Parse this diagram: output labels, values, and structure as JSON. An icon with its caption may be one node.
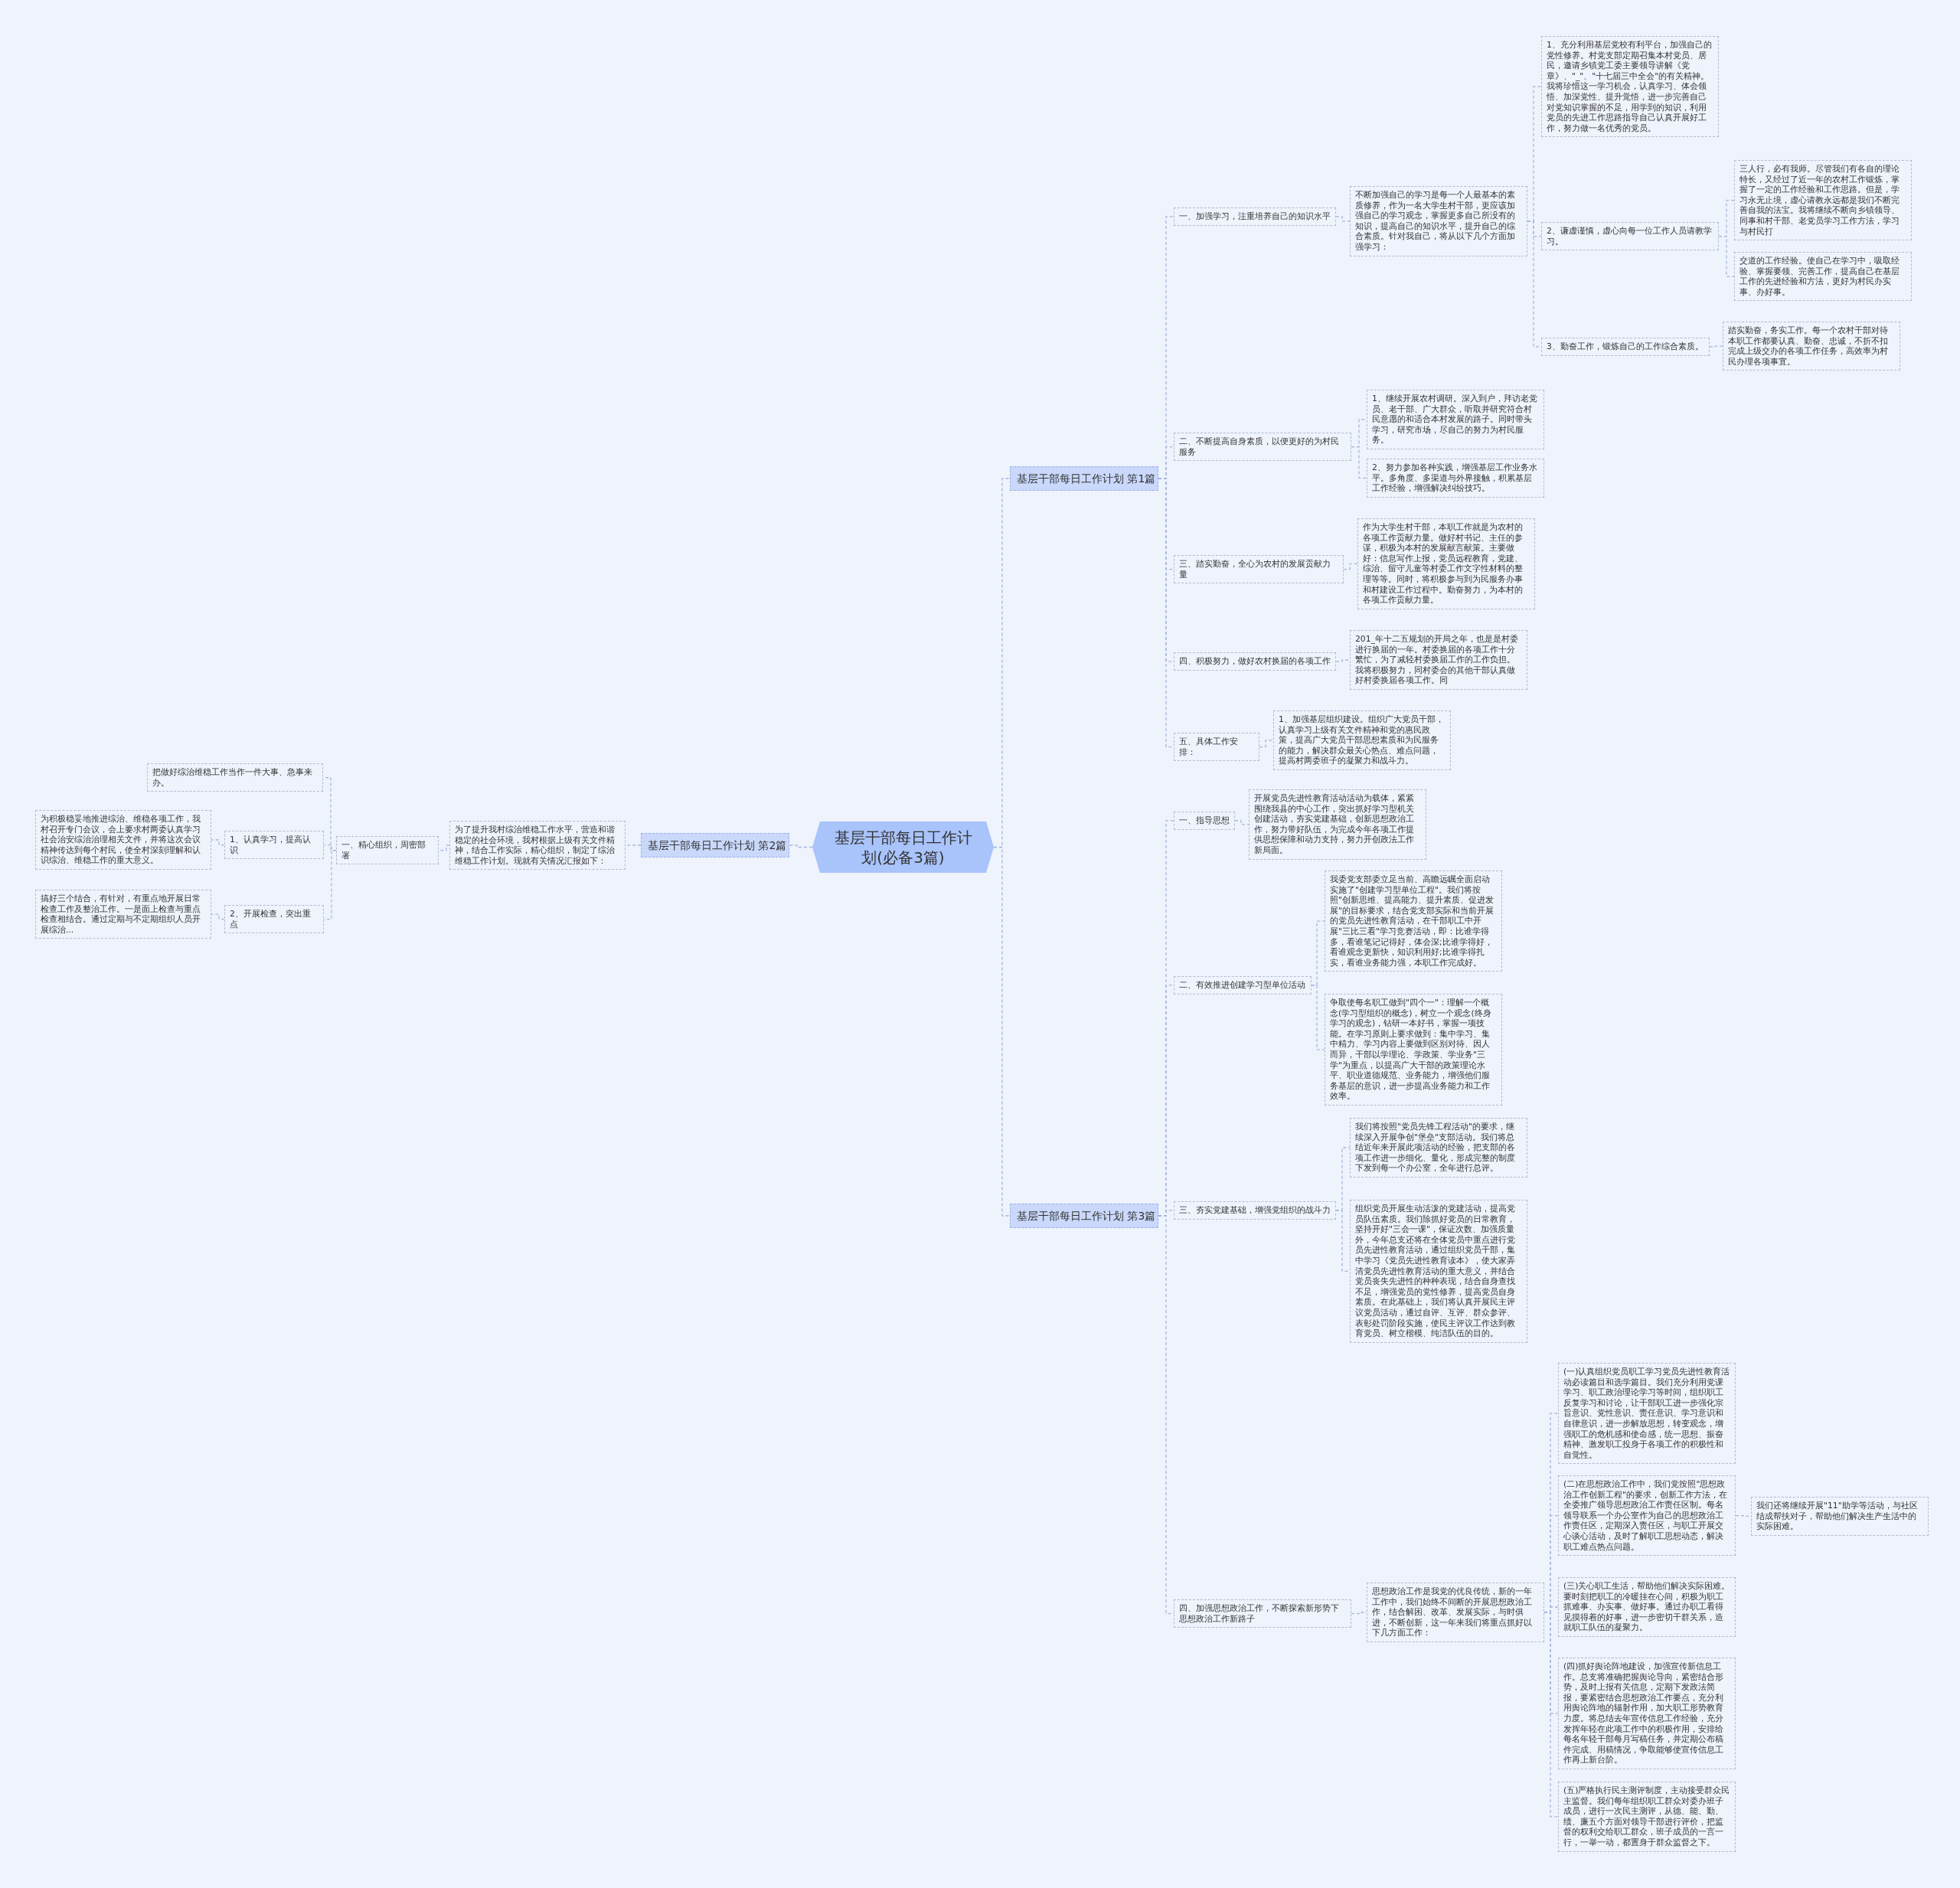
{
  "diagram": {
    "nodes": [
      {
        "text": [
          "基层干部每日工作计划(必备3篇)"
        ]
      },
      {
        "text": [
          "基层干部每日工作计划 第1篇"
        ]
      },
      {
        "text": [
          "一、加强学习，注重培养自己的知识水平"
        ]
      },
      {
        "text": [
          "不断加强自己的学习是每一个人最基本的素质修养，作为一名大学生村干部，更应该加强自己的学习观念，掌握更多自己所没有的知识，提高自己的知识水平，提升自己的综合素质。针对我自己，将从以下几个方面加强学习："
        ]
      },
      {
        "text": [
          "1、充分利用基层党校有利平台，加强自己的党性修养。村党支部定期召集本村党员、居民，邀请乡镇党工委主要领导讲解《党章》、\"_\"、\"十七届三中全会\"的有关精神。我将珍惜这一学习机会，认真学习、体会领悟、加深党性、提升觉悟，进一步完善自己对党知识掌握的不足，用学到的知识，利用党员的先进工作思路指导自己认真开展好工作，努力做一名优秀的党员。"
        ]
      },
      {
        "text": [
          "2、谦虚谨慎，虚心向每一位工作人员请教学习。"
        ]
      },
      {
        "text": [
          "三人行，必有我师。尽管我们有各自的理论特长，又经过了近一年的农村工作锻炼，掌握了一定的工作经验和工作思路。但是，学习永无止境，虚心请教永远都是我们不断完善自我的法宝。我将继续不断向乡镇领导、同事和村干部、老党员学习工作方法，学习与村民打"
        ]
      },
      {
        "text": [
          "交道的工作经验。使自己在学习中，吸取经验、掌握要领、完善工作，提高自己在基层工作的先进经验和方法，更好为村民办实事、办好事。"
        ]
      },
      {
        "text": [
          "3、勤奋工作，锻炼自己的工作综合素质。"
        ]
      },
      {
        "text": [
          "踏实勤奋，务实工作。每一个农村干部对待本职工作都要认真、勤奋、忠诚，不折不扣完成上级交办的各项工作任务，高效率为村民办理各项事宜。"
        ]
      },
      {
        "text": [
          "二、不断提高自身素质，以便更好的为村民服务"
        ]
      },
      {
        "text": [
          "1、继续开展农村调研。深入到户，拜访老党员、老干部、广大群众，听取并研究符合村民意愿的和适合本村发展的路子。同时带头学习，研究市场，尽自己的努力为村民服务。"
        ]
      },
      {
        "text": [
          "2、努力参加各种实践，增强基层工作业务水平。多角度、多渠道与外界接触，积累基层工作经验，增强解决纠纷技巧。"
        ]
      },
      {
        "text": [
          "三、踏实勤奋，全心为农村的发展贡献力量"
        ]
      },
      {
        "text": [
          "作为大学生村干部，本职工作就是为农村的各项工作贡献力量。做好村书记、主任的参谋，积极为本村的发展献言献策。主要做好：信息写作上报，党员远程教育，党建、综治、留守儿童等村委工作文字性材料的整理等等。同时，将积极参与到为民服务办事和村建设工作过程中。勤奋努力，为本村的各项工作贡献力量。"
        ]
      },
      {
        "text": [
          "四、积极努力，做好农村换届的各项工作"
        ]
      },
      {
        "text": [
          "201_年十二五规划的开局之年，也是是村委进行换届的一年。村委换届的各项工作十分繁忙，为了减轻村委换届工作的工作负担。我将积极努力，同村委会的其他干部认真做好村委换届各项工作。同"
        ]
      },
      {
        "text": [
          "五、具体工作安排："
        ]
      },
      {
        "text": [
          "1、加强基层组织建设。组织广大党员干部，认真学习上级有关文件精神和党的惠民政策，提高广大党员干部思想素质和为民服务的能力，解决群众最关心热点、难点问题，提高村两委班子的凝聚力和战斗力。"
        ]
      },
      {
        "text": [
          "基层干部每日工作计划 第3篇"
        ]
      },
      {
        "text": [
          "一、指导思想"
        ]
      },
      {
        "text": [
          "开展党员先进性教育活动活动为载体，紧紧围绕我县的中心工作，突出抓好学习型机关创建活动，夯实党建基础，创新思想政治工作，努力带好队伍，为完成今年各项工作提供思想保障和动力支持，努力开创政法工作新局面。"
        ]
      },
      {
        "text": [
          "二、有效推进创建学习型单位活动"
        ]
      },
      {
        "text": [
          "我委党支部委立足当前、高瞻远瞩全面启动实施了\"创建学习型单位工程\"。我们将按照\"创新思维、提高能力、提升素质、促进发展\"的目标要求，结合党支部实际和当前开展的党员先进性教育活动，在干部职工中开展\"三比三看\"学习竞赛活动，即：比谁学得多，看谁笔记记得好，体会深;比谁学得好，看谁观念更新快，知识利用好;比谁学得扎实，看谁业务能力强，本职工作完成好。"
        ]
      },
      {
        "text": [
          "争取使每名职工做到\"四个一\"：理解一个概念(学习型组织的概念)，树立一个观念(终身学习的观念)，钻研一本好书，掌握一项技能。在学习原则上要求做到：集中学习、集中精力、学习内容上要做到区别对待、因人而异，干部以学理论、学政策、学业务\"三学\"为重点，以提高广大干部的政策理论水平、职业道德规范、业务能力，增强他们服务基层的意识，进一步提高业务能力和工作效率。"
        ]
      },
      {
        "text": [
          "三、夯实党建基础，增强党组织的战斗力"
        ]
      },
      {
        "text": [
          "我们将按照\"党员先锋工程活动\"的要求，继续深入开展争创\"堡垒\"支部活动。我们将总结近年来开展此项活动的经验，把支部的各项工作进一步细化、量化，形成完整的制度下发到每一个办公室，全年进行总评。"
        ]
      },
      {
        "text": [
          "组织党员开展生动活泼的党建活动，提高党员队伍素质。我们除抓好党员的日常教育，坚持开好\"三会一课\"，保证次数、加强质量外，今年总支还将在全体党员中重点进行党员先进性教育活动，通过组织党员干部，集中学习《党员先进性教育读本》，使大家弄清党员先进性教育活动的重大意义，并结合党员丧失先进性的种种表现，结合自身查找不足，增强党员的党性修养，提高党员自身素质。在此基础上，我们将认真开展民主评议党员活动，通过自评、互评、群众参评、表彰处罚阶段实施，使民主评议工作达到教育党员、树立楷模、纯洁队伍的目的。"
        ]
      },
      {
        "text": [
          "四、加强思想政治工作，不断探索新形势下思想政治工作新路子"
        ]
      },
      {
        "text": [
          "思想政治工作是我党的优良传统，新的一年工作中，我们始终不间断的开展思想政治工作，结合解困、改革、发展实际，与时俱进，不断创新，这一年来我们将重点抓好以下几方面工作："
        ]
      },
      {
        "text": [
          "(一)认真组织党员职工学习党员先进性教育活动必读篇目和选学篇目。我们充分利用党课学习、职工政治理论学习等时间，组织职工反复学习和讨论，让干部职工进一步强化宗旨意识、党性意识、责任意识、学习意识和自律意识，进一步解放思想，转变观念，增强职工的危机感和使命感，统一思想、振奋精神、激发职工投身于各项工作的积极性和自觉性。"
        ]
      },
      {
        "text": [
          "(二)在思想政治工作中，我们党按照\"思想政治工作创新工程\"的要求，创新工作方法，在全委推广领导思想政治工作责任区制。每名领导联系一个办公室作为自己的思想政治工作责任区，定期深入责任区，与职工开展交心谈心活动，及时了解职工思想动态，解决职工难点热点问题。"
        ]
      },
      {
        "text": [
          "我们还将继续开展\"11\"助学等活动，与社区结成帮扶对子，帮助他们解决生产生活中的实际困难。"
        ]
      },
      {
        "text": [
          "(三)关心职工生活，帮助他们解决实际困难。要时刻把职工的冷暖挂在心间，积极为职工抓难事、办实事、做好事。通过办职工看得见摸得着的好事，进一步密切干群关系，造就职工队伍的凝聚力。"
        ]
      },
      {
        "text": [
          "(四)抓好舆论阵地建设，加强宣传新信息工作。总支将准确把握舆论导向，紧密结合形势，及时上报有关信息，定期下发政法简报，要紧密结合思想政治工作要点，充分利用舆论阵地的辐射作用，加大职工形势教育力度。将总结去年宣传信息工作经验，充分发挥年轻在此项工作中的积极作用，安排给每名年轻干部每月写稿任务，并定期公布稿件完成、用稿情况，争取能够使宣传信息工作再上新台阶。"
        ]
      },
      {
        "text": [
          "(五)严格执行民主测评制度，主动接受群众民主监督。我们每年组织职工群众对委办班子成员，进行一次民主测评，从德、能、勤、绩、廉五个方面对领导干部进行评价，把监督的权利交给职工群众，班子成员的一言一行，一举一动，都置身于群众监督之下。"
        ]
      },
      {
        "text": [
          "基层干部每日工作计划 第2篇"
        ]
      },
      {
        "text": [
          "为了提升我村综治维稳工作水平，营造和谐稳定的社会环境，我村根据上级有关文件精神，结合工作实际，精心组织，制定了综治维稳工作计划。现就有关情况汇报如下："
        ]
      },
      {
        "text": [
          "一、精心组织，周密部署"
        ]
      },
      {
        "text": [
          "把做好综治维稳工作当作一件大事、急事来办。"
        ]
      },
      {
        "text": [
          "1、认真学习，提高认识"
        ]
      },
      {
        "text": [
          "为积极稳妥地推进综治、维稳各项工作，我村召开专门会议，会上要求村两委认真学习社会治安综治治理相关文件，并将这次会议精神传达到每个村民，使全村深刻理解和认识综治、维稳工作的重大意义。"
        ]
      },
      {
        "text": [
          "2、开展检查，突出重点"
        ]
      },
      {
        "text": [
          "搞好三个结合，有针对，有重点地开展日常检查工作及整治工作。一是面上检查与重点检查相结合。通过定期与不定期组织人员开展综治..."
        ]
      }
    ],
    "edges": [
      {
        "from": 0,
        "to": 1,
        "arrow": "none"
      },
      {
        "from": 0,
        "to": 19,
        "arrow": "none"
      },
      {
        "from": 0,
        "to": 36,
        "arrow": "none"
      },
      {
        "from": 1,
        "to": 2,
        "arrow": "none"
      },
      {
        "from": 1,
        "to": 10,
        "arrow": "none"
      },
      {
        "from": 1,
        "to": 13,
        "arrow": "none"
      },
      {
        "from": 1,
        "to": 15,
        "arrow": "none"
      },
      {
        "from": 1,
        "to": 17,
        "arrow": "none"
      },
      {
        "from": 2,
        "to": 3,
        "arrow": "none"
      },
      {
        "from": 3,
        "to": 4,
        "arrow": "none"
      },
      {
        "from": 3,
        "to": 5,
        "arrow": "none"
      },
      {
        "from": 3,
        "to": 8,
        "arrow": "none"
      },
      {
        "from": 5,
        "to": 6,
        "arrow": "none"
      },
      {
        "from": 5,
        "to": 7,
        "arrow": "none"
      },
      {
        "from": 8,
        "to": 9,
        "arrow": "none"
      },
      {
        "from": 10,
        "to": 11,
        "arrow": "none"
      },
      {
        "from": 10,
        "to": 12,
        "arrow": "none"
      },
      {
        "from": 13,
        "to": 14,
        "arrow": "none"
      },
      {
        "from": 15,
        "to": 16,
        "arrow": "none"
      },
      {
        "from": 17,
        "to": 18,
        "arrow": "none"
      },
      {
        "from": 19,
        "to": 20,
        "arrow": "none"
      },
      {
        "from": 19,
        "to": 22,
        "arrow": "none"
      },
      {
        "from": 19,
        "to": 25,
        "arrow": "none"
      },
      {
        "from": 19,
        "to": 28,
        "arrow": "none"
      },
      {
        "from": 20,
        "to": 21,
        "arrow": "none"
      },
      {
        "from": 22,
        "to": 23,
        "arrow": "none"
      },
      {
        "from": 22,
        "to": 24,
        "arrow": "none"
      },
      {
        "from": 25,
        "to": 26,
        "arrow": "none"
      },
      {
        "from": 25,
        "to": 27,
        "arrow": "none"
      },
      {
        "from": 28,
        "to": 29,
        "arrow": "none"
      },
      {
        "from": 29,
        "to": 30,
        "arrow": "none"
      },
      {
        "from": 29,
        "to": 31,
        "arrow": "none"
      },
      {
        "from": 29,
        "to": 33,
        "arrow": "none"
      },
      {
        "from": 29,
        "to": 34,
        "arrow": "none"
      },
      {
        "from": 29,
        "to": 35,
        "arrow": "none"
      },
      {
        "from": 31,
        "to": 32,
        "arrow": "none"
      },
      {
        "from": 36,
        "to": 37,
        "arrow": "none"
      },
      {
        "from": 37,
        "to": 38,
        "arrow": "none"
      },
      {
        "from": 38,
        "to": 39,
        "arrow": "none"
      },
      {
        "from": 38,
        "to": 40,
        "arrow": "none"
      },
      {
        "from": 38,
        "to": 42,
        "arrow": "none"
      },
      {
        "from": 40,
        "to": 41,
        "arrow": "none"
      },
      {
        "from": 42,
        "to": 43,
        "arrow": "none"
      }
    ]
  }
}
